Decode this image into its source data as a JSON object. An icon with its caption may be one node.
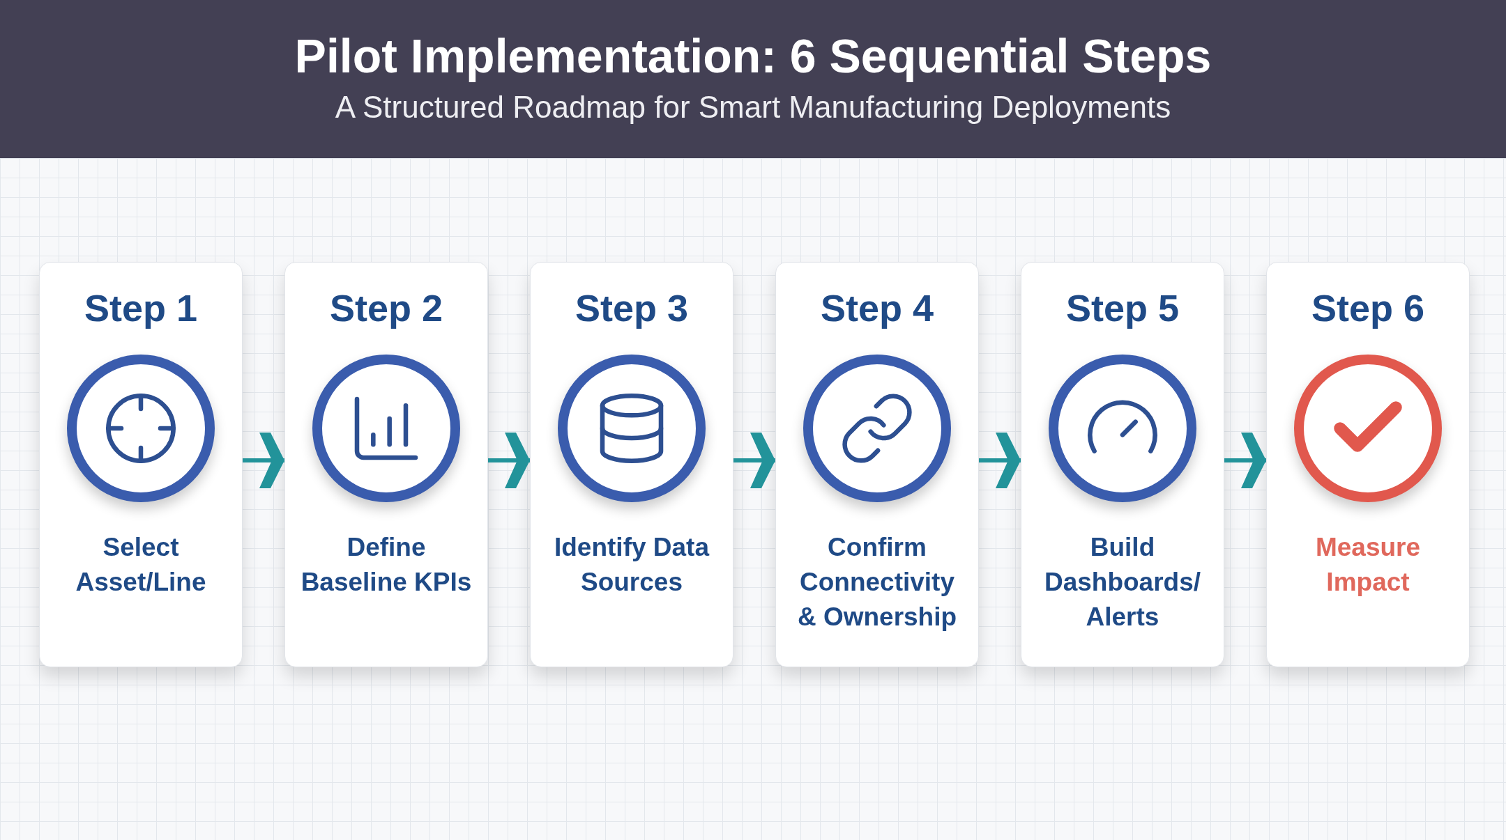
{
  "diagram": {
    "title": "Pilot Implementation: 6 Sequential Steps",
    "nodes": [
      {
        "text": [
          "Step 1",
          "Select Asset/Line"
        ]
      },
      {
        "text": [
          "Step 2",
          "Define Baseline KPIs"
        ]
      },
      {
        "text": [
          "Step 3",
          "Identify Data Sources"
        ]
      },
      {
        "text": [
          "Step 4",
          "Confirm Connectivity & Ownership"
        ]
      },
      {
        "text": [
          "Step 5",
          "Build Dashboards/ Alerts"
        ]
      },
      {
        "text": [
          "Step 6",
          "Measure Impact"
        ]
      }
    ],
    "edges": [
      {
        "from": 0,
        "to": 1,
        "arrow": "to"
      },
      {
        "from": 1,
        "to": 2,
        "arrow": "to"
      },
      {
        "from": 2,
        "to": 3,
        "arrow": "to"
      },
      {
        "from": 3,
        "to": 4,
        "arrow": "to"
      },
      {
        "from": 4,
        "to": 5,
        "arrow": "to"
      }
    ],
    "labels": [
      "A Structured Roadmap for Smart Manufacturing Deployments"
    ]
  }
}
